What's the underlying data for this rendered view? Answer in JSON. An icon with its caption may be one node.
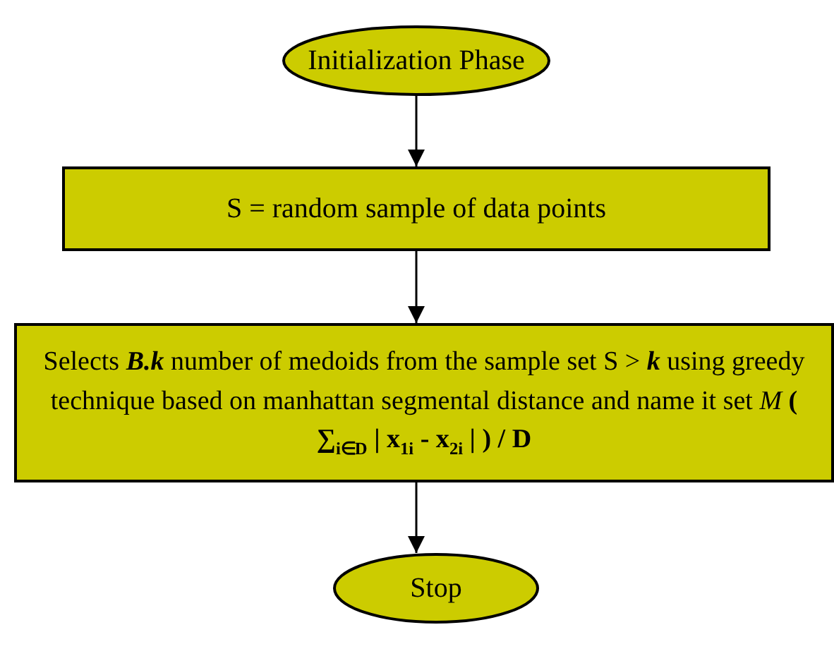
{
  "diagram": {
    "nodes": [
      {
        "text": [
          "Initialization Phase"
        ]
      },
      {
        "text": [
          "S = random sample of data points"
        ]
      },
      {
        "text": [
          "Selects **B.k** number of medoids   from the sample set S > **k** using greedy technique based on manhattan segmental distance and name it set *M*    **( ∑$_{i∈D}$ | x$_{1i}$ - x$_{2i}$ | ) / D**"
        ]
      },
      {
        "text": [
          "Stop"
        ]
      }
    ],
    "edges": [
      {
        "from": 0,
        "to": 1,
        "arrow": "to"
      },
      {
        "from": 1,
        "to": 2,
        "arrow": "to"
      },
      {
        "from": 2,
        "to": 3,
        "arrow": "to"
      }
    ]
  }
}
